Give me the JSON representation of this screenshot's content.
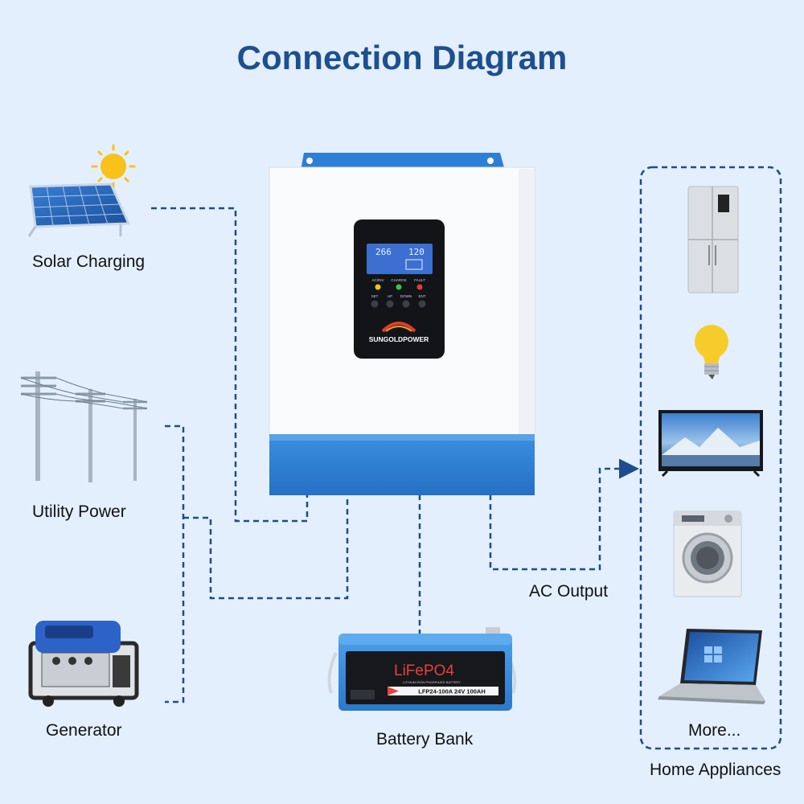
{
  "title": "Connection Diagram",
  "labels": {
    "solar": "Solar Charging",
    "utility": "Utility Power",
    "generator": "Generator",
    "battery": "Battery Bank",
    "ac_output": "AC Output",
    "more": "More...",
    "home_appliances": "Home Appliances"
  },
  "inverter": {
    "brand": "SUNGOLDPOWER",
    "lcd_left": "266",
    "lcd_right": "120",
    "indicators": [
      "AC/INV",
      "CHARGE",
      "FAULT"
    ],
    "buttons": [
      "SET",
      "UP",
      "DOWN",
      "ENT"
    ]
  },
  "battery": {
    "chem": "LiFePO4",
    "subtitle": "LITHIUM IRON PHOSPHATE BATTERY",
    "model": "LFP24-100A  24V 100AH"
  },
  "colors": {
    "brand_blue": "#1d4f91",
    "line_blue": "#1f4c8f",
    "inverter_blue": "#2d7fd6",
    "background": "#e3effc"
  }
}
